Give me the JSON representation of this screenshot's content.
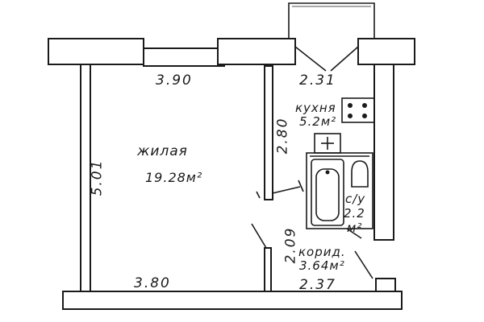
{
  "rooms": {
    "living": {
      "name": "жилая",
      "area": "19.28м²"
    },
    "kitchen": {
      "name": "кухня",
      "area": "5.2м²"
    },
    "bathroom": {
      "name": "с/у",
      "area": "2.2",
      "unit": "м²"
    },
    "corridor": {
      "name": "корид.",
      "area": "3.64м²"
    }
  },
  "dimensions": {
    "living_top_width": "3.90",
    "living_bottom_width": "3.80",
    "living_height": "5.01",
    "kitchen_width": "2.31",
    "kitchen_height": "2.80",
    "corridor_height": "2.09",
    "corridor_width": "2.37"
  }
}
